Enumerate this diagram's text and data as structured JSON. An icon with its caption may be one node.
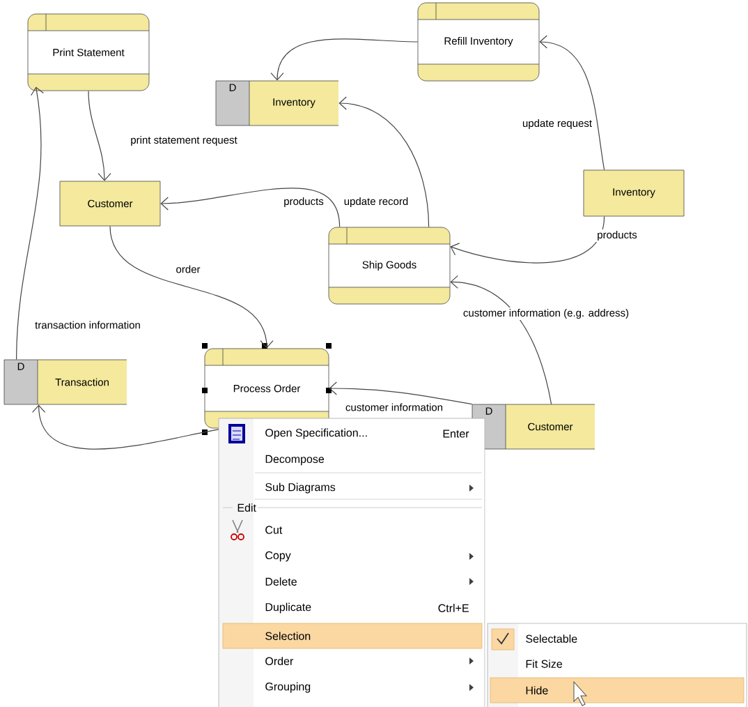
{
  "diagram": {
    "nodes": [
      {
        "text": [
          "Print Statement"
        ]
      },
      {
        "text": [
          "Refill Inventory"
        ]
      },
      {
        "text": [
          "D",
          "Inventory"
        ]
      },
      {
        "text": [
          "Customer"
        ]
      },
      {
        "text": [
          "Inventory"
        ]
      },
      {
        "text": [
          "Ship Goods"
        ]
      },
      {
        "text": [
          "D",
          "Transaction"
        ]
      },
      {
        "text": [
          "Process Order"
        ]
      },
      {
        "text": [
          "D",
          "Customer"
        ]
      }
    ],
    "edges": [
      {
        "from": 1,
        "to": 2,
        "arrow": "to"
      },
      {
        "from": 0,
        "to": 3,
        "arrow": "to",
        "label": "print statement request"
      },
      {
        "from": 5,
        "to": 3,
        "arrow": "to",
        "label": "products"
      },
      {
        "from": 5,
        "to": 2,
        "arrow": "to",
        "label": "update record"
      },
      {
        "from": 4,
        "to": 1,
        "arrow": "to",
        "label": "update request"
      },
      {
        "from": 4,
        "to": 5,
        "arrow": "to",
        "label": "products"
      },
      {
        "from": 3,
        "to": 7,
        "arrow": "to",
        "label": "order"
      },
      {
        "from": 8,
        "to": 5,
        "arrow": "to",
        "label": "customer information (e.g. address)"
      },
      {
        "from": 8,
        "to": 7,
        "arrow": "to",
        "label": "customer information"
      },
      {
        "from": 6,
        "to": 0,
        "arrow": "to",
        "label": "transaction information"
      },
      {
        "from": 7,
        "to": 6,
        "arrow": "to"
      }
    ],
    "labels": [
      "Open Specification...",
      "Enter",
      "Decompose",
      "Sub Diagrams",
      "Edit",
      "Cut",
      "Copy",
      "Delete",
      "Duplicate",
      "Ctrl+E",
      "Selection",
      "Order",
      "Grouping",
      "Selectable",
      "Fit Size",
      "Hide"
    ]
  }
}
